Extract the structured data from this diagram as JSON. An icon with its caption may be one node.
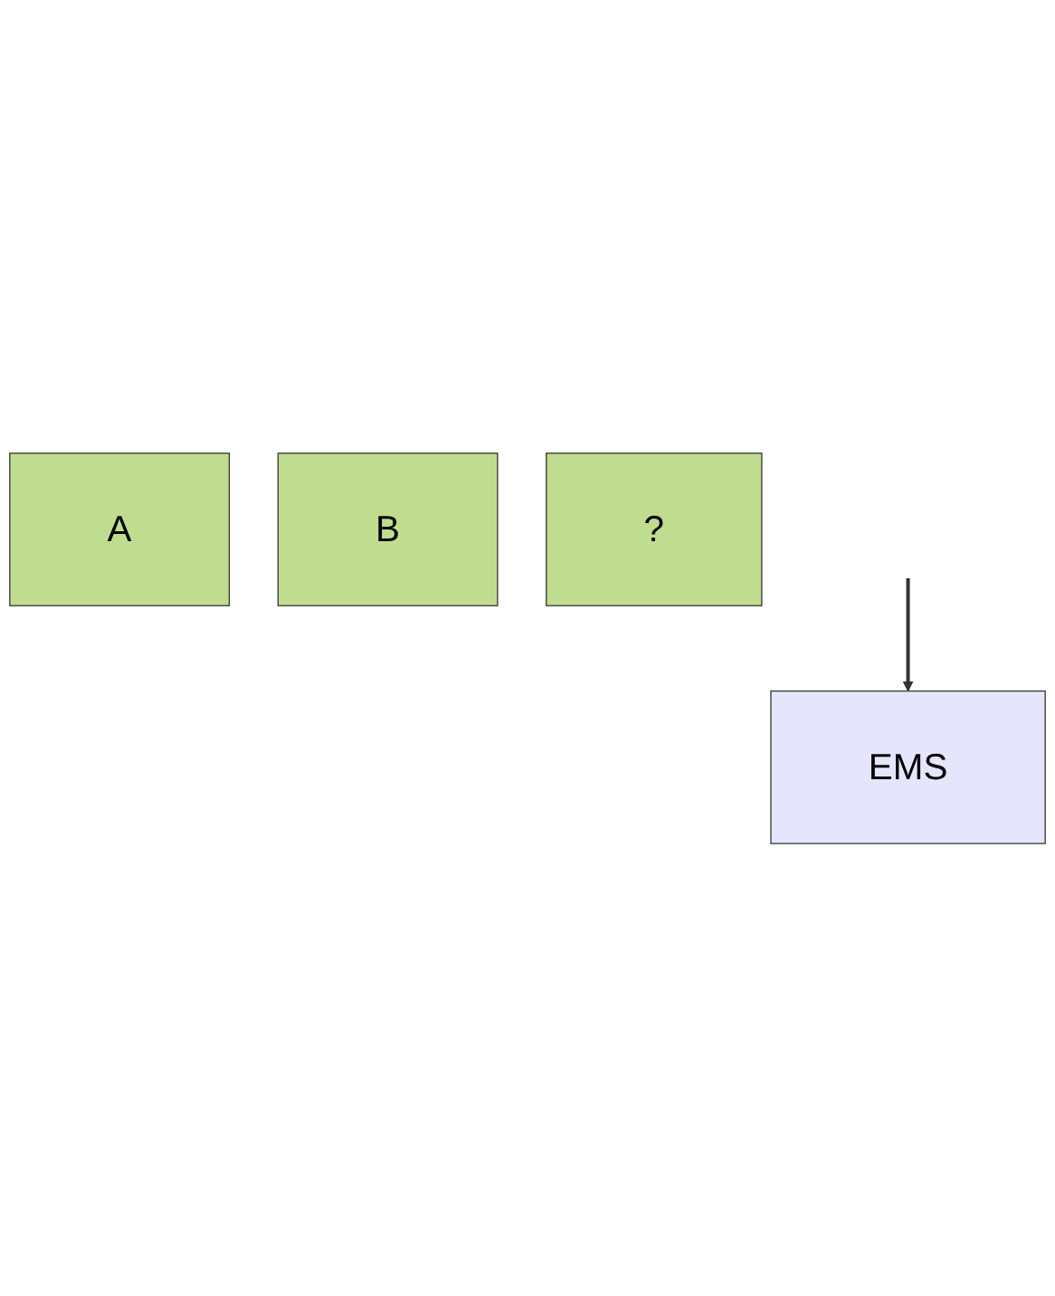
{
  "diagram": {
    "nodes": [
      {
        "text": [
          "A"
        ]
      },
      {
        "text": [
          "B"
        ]
      },
      {
        "text": [
          "?"
        ]
      },
      {
        "text": [
          "EMS"
        ]
      }
    ],
    "edges": [
      {
        "from": null,
        "to": 3,
        "arrow": "to"
      }
    ]
  }
}
